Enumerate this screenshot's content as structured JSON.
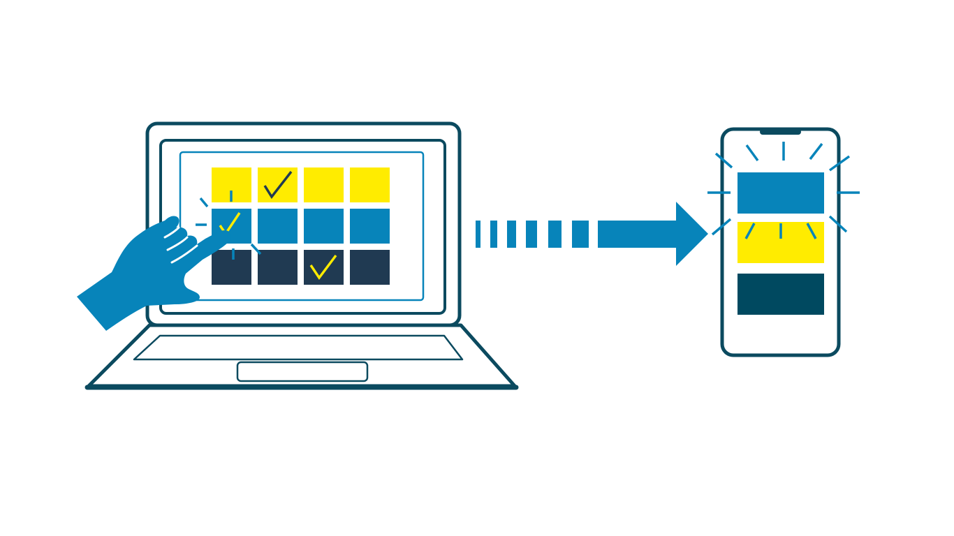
{
  "colors": {
    "background": "#ffffff",
    "outline": "#0b4a5f",
    "blue": "#0784ba",
    "yellow": "#ffec00",
    "navy": "#203a52",
    "phone_dark": "#004960"
  },
  "icons": {
    "laptop": "laptop-icon",
    "hand": "pointing-hand-icon",
    "arrow": "dashed-arrow-icon",
    "phone": "smartphone-icon",
    "checkmark": "checkmark-icon"
  },
  "laptop": {
    "grid_rows": [
      {
        "color": "yellow",
        "checked": [
          false,
          true,
          false,
          false
        ]
      },
      {
        "color": "blue",
        "checked": [
          true,
          false,
          false,
          false
        ]
      },
      {
        "color": "navy",
        "checked": [
          false,
          false,
          true,
          false
        ]
      }
    ]
  },
  "phone": {
    "bars": [
      "blue",
      "yellow",
      "phone_dark"
    ],
    "highlighted_bar": 0
  }
}
